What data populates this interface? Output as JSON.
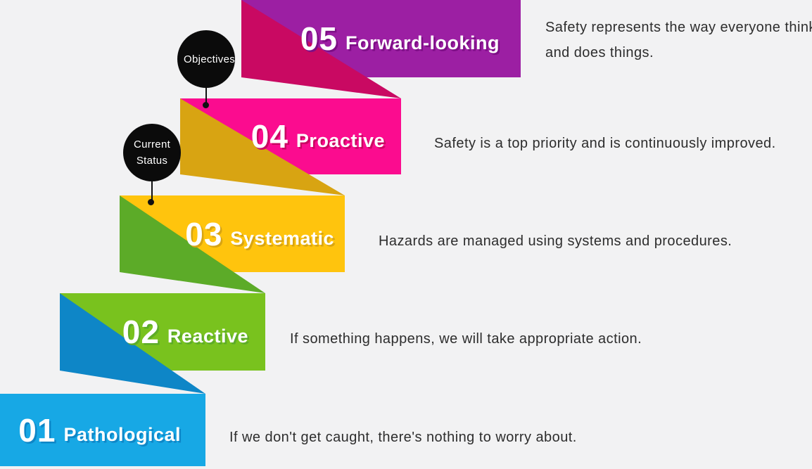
{
  "background_color": "#F2F2F3",
  "description_text_color": "#2D2D2D",
  "marker_color": "#0B0B0B",
  "levels": [
    {
      "number": "05",
      "label": "Forward-looking",
      "description": "Safety represents the way everyone thinks and does things.",
      "color": "#9C1FA3",
      "dark": "#7D0E86"
    },
    {
      "number": "04",
      "label": "Proactive",
      "description": "Safety is a top priority and is continuously improved.",
      "color": "#FB0C8F",
      "dark": "#C90962"
    },
    {
      "number": "03",
      "label": "Systematic",
      "description": "Hazards are managed using systems and procedures.",
      "color": "#FFC40D",
      "dark": "#D8A412"
    },
    {
      "number": "02",
      "label": "Reactive",
      "description": "If something happens, we will take appropriate action.",
      "color": "#79C21E",
      "dark": "#5CAB28"
    },
    {
      "number": "01",
      "label": "Pathological",
      "description": "If we don't get caught, there's nothing to worry about.",
      "color": "#17A8E5",
      "dark": "#0E86C7"
    }
  ],
  "markers": [
    {
      "label": "Objectives"
    },
    {
      "label": "Current Status"
    }
  ]
}
